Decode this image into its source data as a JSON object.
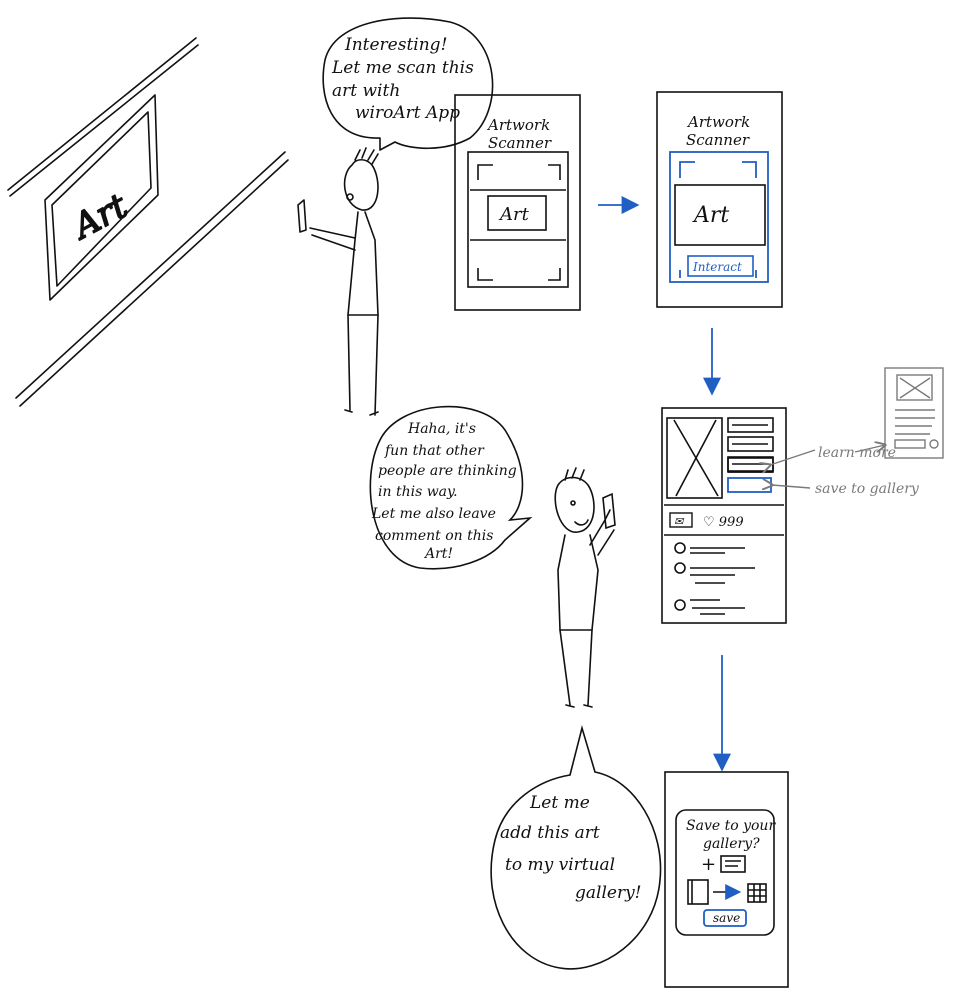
{
  "colors": {
    "ink": "#111111",
    "accent": "#1f5fc4",
    "note": "#7a7a7a"
  },
  "scene1": {
    "painting_label": "Art",
    "bubble_lines": [
      "Interesting!",
      "Let me scan this",
      "art with",
      "wiroArt App"
    ]
  },
  "screen1": {
    "title_lines": [
      "Artwork",
      "Scanner"
    ],
    "art_label": "Art"
  },
  "screen2": {
    "title_lines": [
      "Artwork",
      "Scanner"
    ],
    "art_label": "Art",
    "interact_button": "Interact"
  },
  "detail_screen": {
    "comment_tab": "✉",
    "like_tab": "♡ 999",
    "annotations": {
      "learn_more": "learn more",
      "save_to_gallery": "save to gallery"
    }
  },
  "scene2": {
    "bubble_lines": [
      "Haha, it's",
      "fun that other",
      "people are thinking",
      "in this way.",
      "Let me also leave",
      "comment on this",
      "Art!"
    ]
  },
  "scene3": {
    "bubble_lines": [
      "Let me",
      "add this art",
      "to my virtual",
      "gallery!"
    ]
  },
  "save_screen": {
    "dialog_lines": [
      "Save to your",
      "gallery?"
    ],
    "plus": "+",
    "save_button": "save"
  }
}
